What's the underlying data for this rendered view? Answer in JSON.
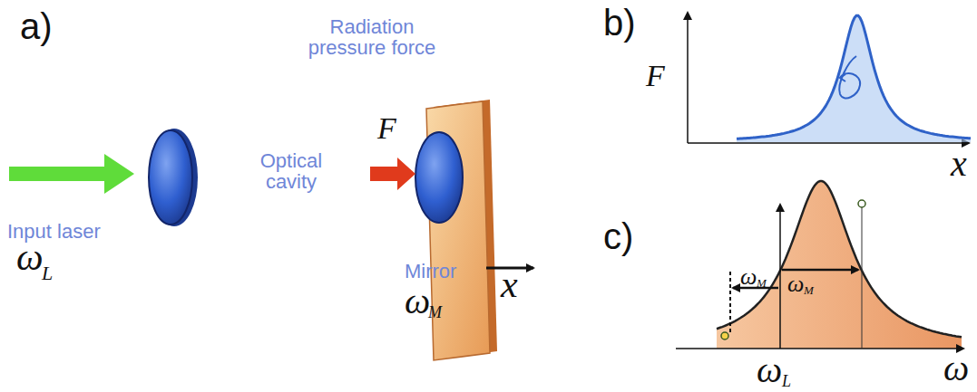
{
  "diagram": {
    "labels": [
      "a)",
      "Radiation pressure force",
      "Input laser",
      "ω",
      "L",
      "Optical cavity",
      "F",
      "Mirror",
      "ω",
      "M",
      "x",
      "b)",
      "F",
      "x",
      "c)",
      "ω",
      "M",
      "ω",
      "M",
      "ω",
      "L",
      "ω"
    ]
  }
}
